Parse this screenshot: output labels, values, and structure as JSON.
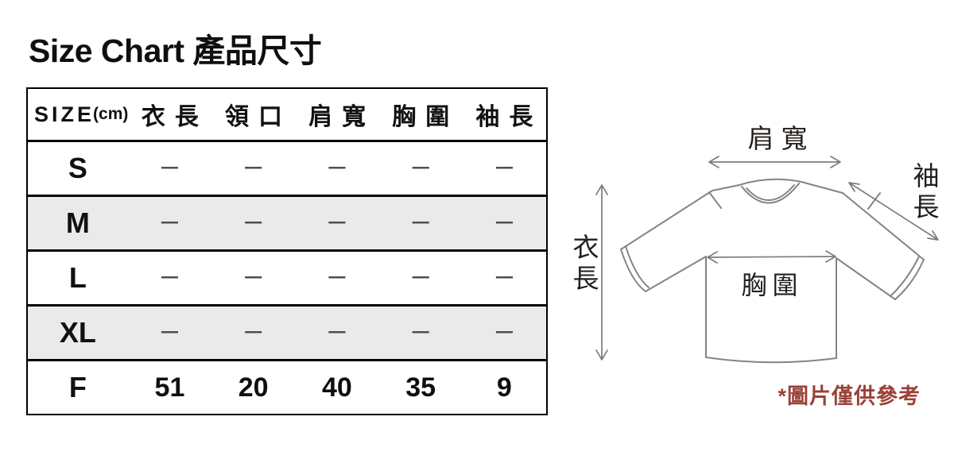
{
  "page": {
    "title": "Size Chart 產品尺寸"
  },
  "table": {
    "header": {
      "size_label": "SIZE",
      "unit_label": "(cm)",
      "columns": [
        "衣長",
        "領口",
        "肩寬",
        "胸圍",
        "袖長"
      ]
    },
    "rows": [
      {
        "size": "S",
        "values": [
          "–",
          "–",
          "–",
          "–",
          "–"
        ]
      },
      {
        "size": "M",
        "values": [
          "–",
          "–",
          "–",
          "–",
          "–"
        ]
      },
      {
        "size": "L",
        "values": [
          "–",
          "–",
          "–",
          "–",
          "–"
        ]
      },
      {
        "size": "XL",
        "values": [
          "–",
          "–",
          "–",
          "–",
          "–"
        ]
      },
      {
        "size": "F",
        "values": [
          "51",
          "20",
          "40",
          "35",
          "9"
        ]
      }
    ]
  },
  "diagram": {
    "labels": {
      "shoulder_width": "肩寬",
      "sleeve_length": "袖長",
      "garment_length": "衣長",
      "chest_width": "胸圍"
    },
    "note": "*圖片僅供參考"
  },
  "colors": {
    "row_shade": "#eaeaea",
    "table_border": "#000000",
    "dash_gray": "#4f4f4f",
    "shirt_outline": "#848484",
    "arrow_gray": "#7d7d7d",
    "note_red": "#9a4136",
    "text_black": "#0f0f0f"
  }
}
